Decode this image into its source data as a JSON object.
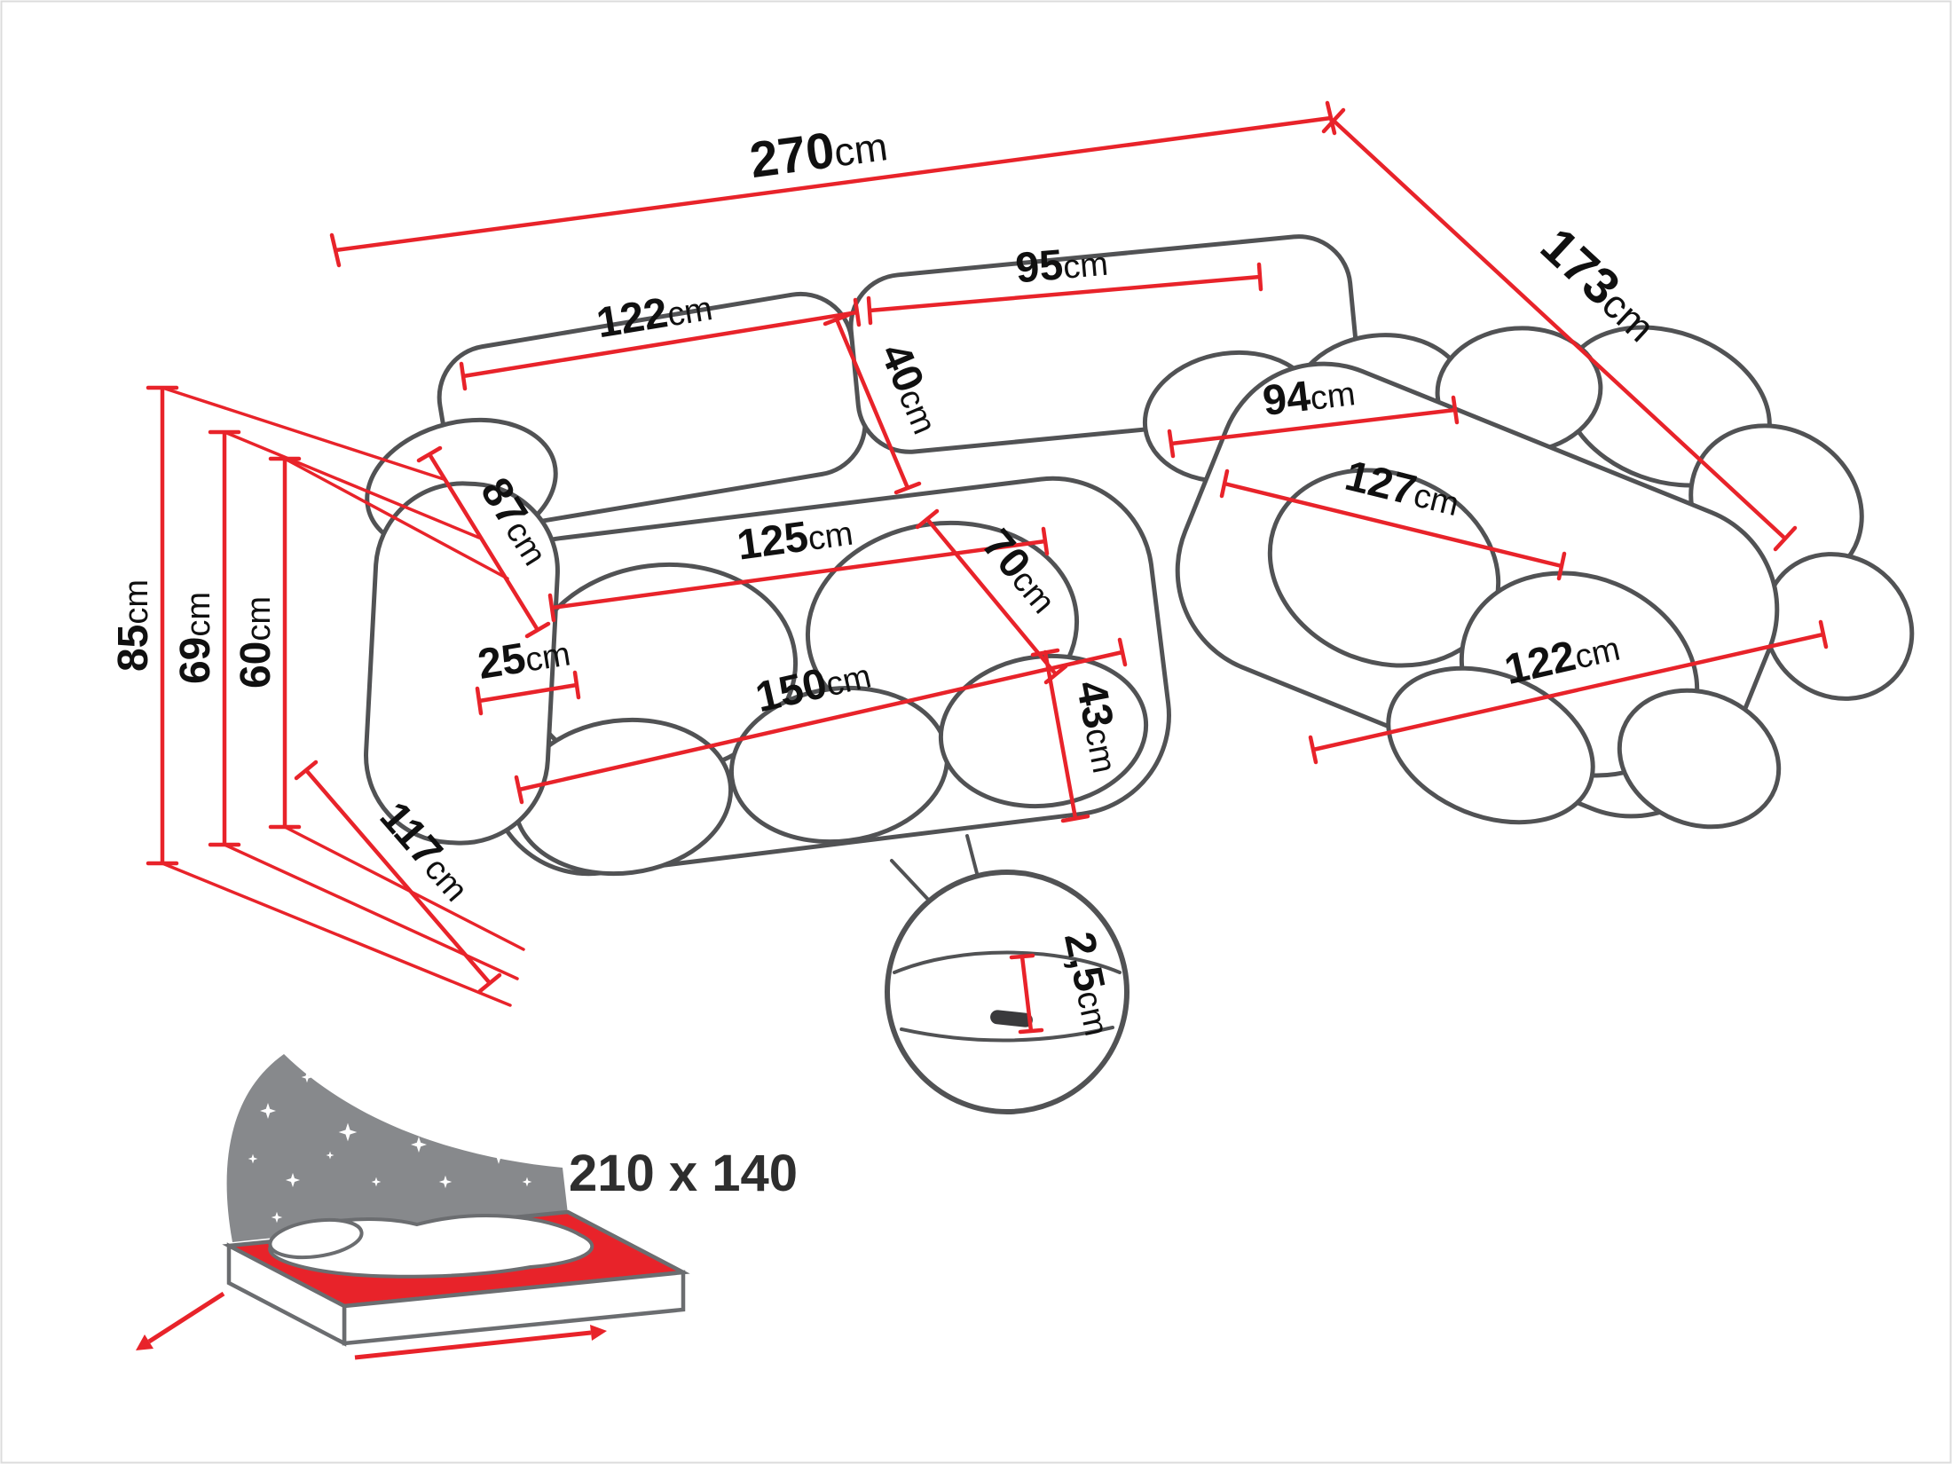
{
  "title": "corner-sofa-dimensions-diagram",
  "colors": {
    "dimension_red": "#e8232a",
    "outline_gray": "#515254",
    "text_black": "#101010",
    "bed_headboard_gray": "#87898c",
    "bed_mattress_red": "#e8232a"
  },
  "icons": {
    "sleeping_function": "bed-with-stars-icon",
    "leg_detail": "magnifier-circle-icon"
  },
  "dimensions": {
    "overall_width": {
      "num": "270",
      "unit": "cm"
    },
    "overall_depth": {
      "num": "173",
      "unit": "cm"
    },
    "backrest_left_width": {
      "num": "122",
      "unit": "cm"
    },
    "backrest_right_width": {
      "num": "95",
      "unit": "cm"
    },
    "backrest_cushion_height": {
      "num": "40",
      "unit": "cm"
    },
    "chaise_back_width": {
      "num": "94",
      "unit": "cm"
    },
    "chaise_inner_length": {
      "num": "127",
      "unit": "cm"
    },
    "chaise_outer_width": {
      "num": "122",
      "unit": "cm"
    },
    "armrest_depth": {
      "num": "87",
      "unit": "cm"
    },
    "seat_cushion_width": {
      "num": "125",
      "unit": "cm"
    },
    "seat_depth": {
      "num": "70",
      "unit": "cm"
    },
    "armrest_width": {
      "num": "25",
      "unit": "cm"
    },
    "front_seat_width": {
      "num": "150",
      "unit": "cm"
    },
    "seat_height": {
      "num": "43",
      "unit": "cm"
    },
    "base_depth": {
      "num": "117",
      "unit": "cm"
    },
    "overall_height": {
      "num": "85",
      "unit": "cm"
    },
    "backrest_height": {
      "num": "69",
      "unit": "cm"
    },
    "armrest_height": {
      "num": "60",
      "unit": "cm"
    },
    "leg_height": {
      "num": "2,5",
      "unit": "cm"
    }
  },
  "sleeping_area": {
    "label": "210 x 140"
  }
}
